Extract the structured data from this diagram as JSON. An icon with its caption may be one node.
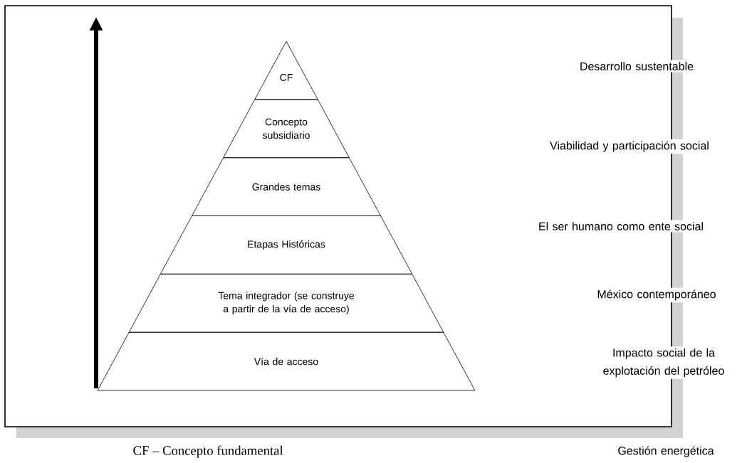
{
  "diagram": {
    "nodes": [
      {
        "text": [
          "CF"
        ]
      },
      {
        "text": [
          "Concepto subsidiario"
        ]
      },
      {
        "text": [
          "Grandes temas"
        ]
      },
      {
        "text": [
          "Etapas Históricas"
        ]
      },
      {
        "text": [
          "Tema integrador (se construye a partir de la vía de acceso)"
        ]
      },
      {
        "text": [
          "Vía de acceso"
        ]
      }
    ],
    "labels": [
      "Desarrollo sustentable",
      "Viabilidad y participación social",
      "El ser humano como ente social",
      "México contemporáneo",
      "Impacto social de la explotación del petróleo",
      "CF – Concepto fundamental",
      "Gestión energética"
    ]
  }
}
